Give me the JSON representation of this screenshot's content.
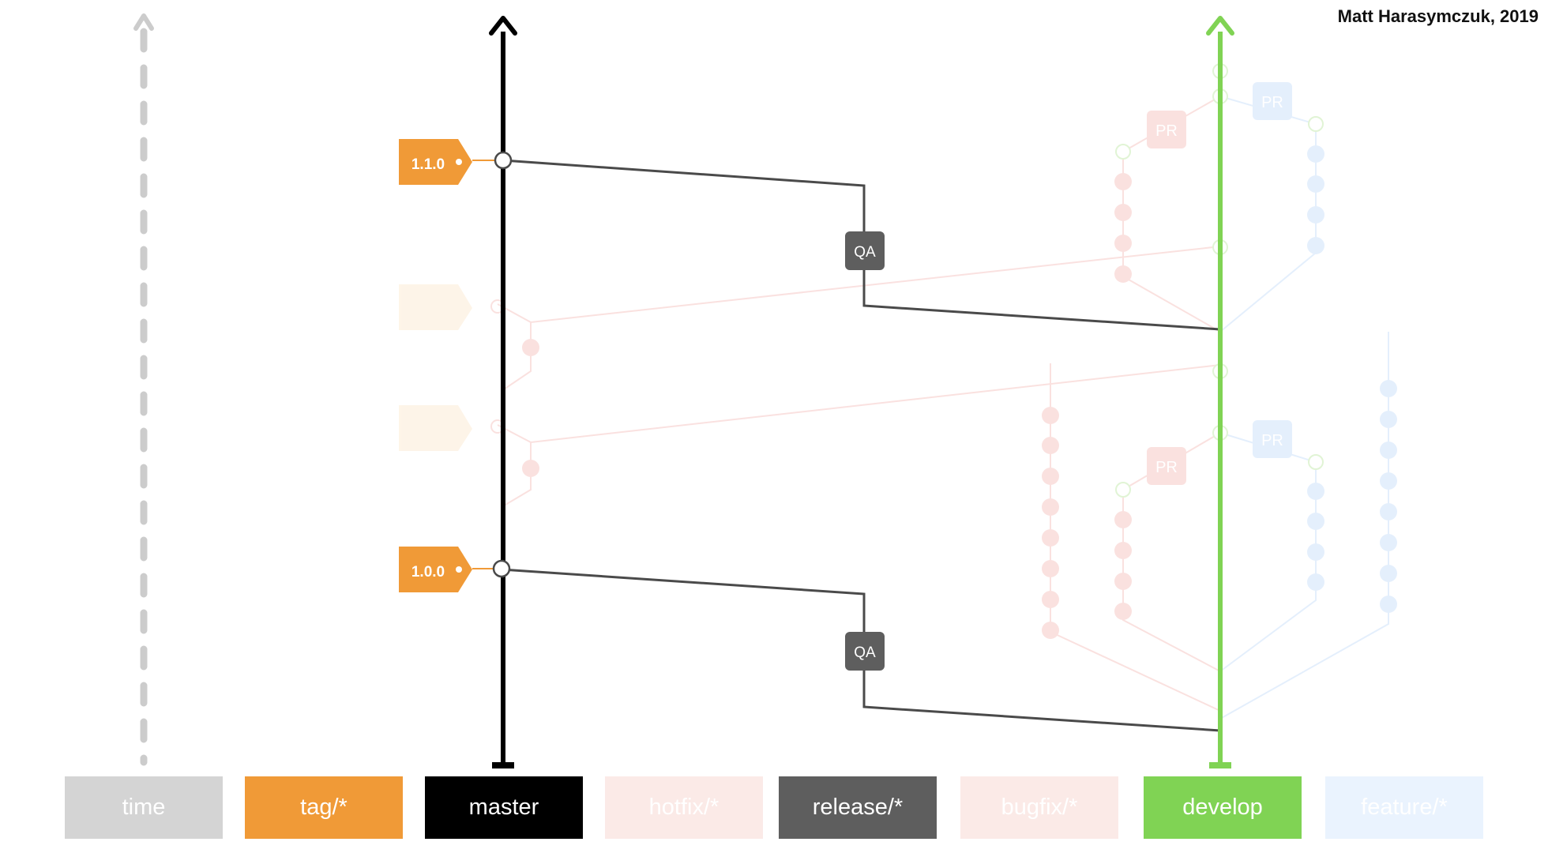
{
  "credit": "Matt Harasymczuk, 2019",
  "lanes": [
    {
      "id": "time",
      "label": "time",
      "bg": "#d4d4d4",
      "fg": "#ffffff",
      "faded": false
    },
    {
      "id": "tag",
      "label": "tag/*",
      "bg": "#f09a37",
      "fg": "#ffffff",
      "faded": false
    },
    {
      "id": "master",
      "label": "master",
      "bg": "#000000",
      "fg": "#ffffff",
      "faded": false
    },
    {
      "id": "hotfix",
      "label": "hotfix/*",
      "bg": "#fbeae7",
      "fg": "#ffffff",
      "faded": true
    },
    {
      "id": "release",
      "label": "release/*",
      "bg": "#5e5e5e",
      "fg": "#ffffff",
      "faded": false
    },
    {
      "id": "bugfix",
      "label": "bugfix/*",
      "bg": "#fbeae7",
      "fg": "#ffffff",
      "faded": true
    },
    {
      "id": "develop",
      "label": "develop",
      "bg": "#80d354",
      "fg": "#ffffff",
      "faded": false
    },
    {
      "id": "feature",
      "label": "feature/*",
      "bg": "#eaf3fe",
      "fg": "#ffffff",
      "faded": true
    }
  ],
  "tags": {
    "v110": "1.1.0",
    "v100": "1.0.0"
  },
  "qa_label": "QA",
  "pr_label": "PR",
  "colors": {
    "tag": "#f09a37",
    "master": "#000000",
    "release": "#5e5e5e",
    "develop": "#80d354",
    "hotfix_faded": "#f6c9c6",
    "feature_faded": "#cfe2fb",
    "time": "#cccccc"
  }
}
